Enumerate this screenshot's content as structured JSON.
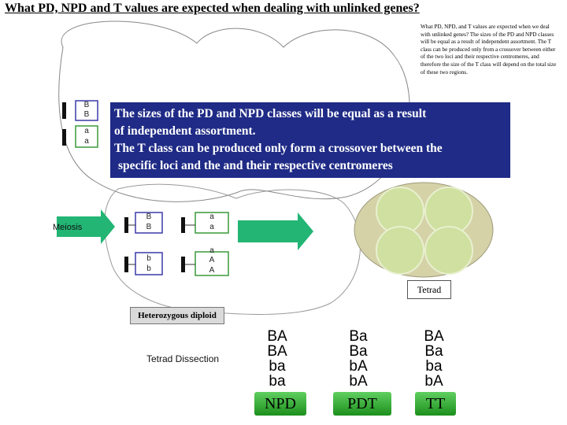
{
  "title": "What PD, NPD and T values are expected when dealing with unlinked genes?",
  "note": "What PD, NPD, and T values are expected when we deal with unlinked genes? The sizes of the PD and NPD classes will be equal as a result of independent assortment. The T class can be produced only from a crossover between either of the two loci and their respective centromeres, and therefore the size of the T class will depend on the total size of these two regions.",
  "banner": {
    "line1": "The sizes of the PD and NPD classes will be equal as a result",
    "line2": "of independent assortment.",
    "line3": "The T class can be produced only form a crossover between the",
    "line4": "specific loci and the and their respective centromeres"
  },
  "top_chromosomes": {
    "b1": "B",
    "b2": "B",
    "a1": "a",
    "a2": "a"
  },
  "meiosis_label": "Meiosis",
  "meiosis_chromosomes": {
    "left_top_1": "B",
    "left_top_2": "B",
    "right_top_1": "a",
    "right_top_2": "a",
    "left_bottom_1": "b",
    "left_bottom_2": "b",
    "right_bottom_0": "a",
    "right_bottom_1": "A",
    "right_bottom_2": "A"
  },
  "tetrad_label": "Tetrad",
  "heterozygous_label": "Heterozygous diploid",
  "dissection_label": "Tetrad Dissection",
  "columns": [
    {
      "genotypes": [
        "BA",
        "BA",
        "ba",
        "ba"
      ],
      "class_label": "NPD"
    },
    {
      "genotypes": [
        "Ba",
        "Ba",
        "bA",
        "bA"
      ],
      "class_label": "PDT"
    },
    {
      "genotypes": [
        "BA",
        "Ba",
        "ba",
        "bA"
      ],
      "class_label": "TT"
    }
  ],
  "colors": {
    "banner": "#1f2b86",
    "arrow": "#22b573",
    "green_box": "#2fa62f",
    "tetrad_fill": "#d6d2a8"
  }
}
